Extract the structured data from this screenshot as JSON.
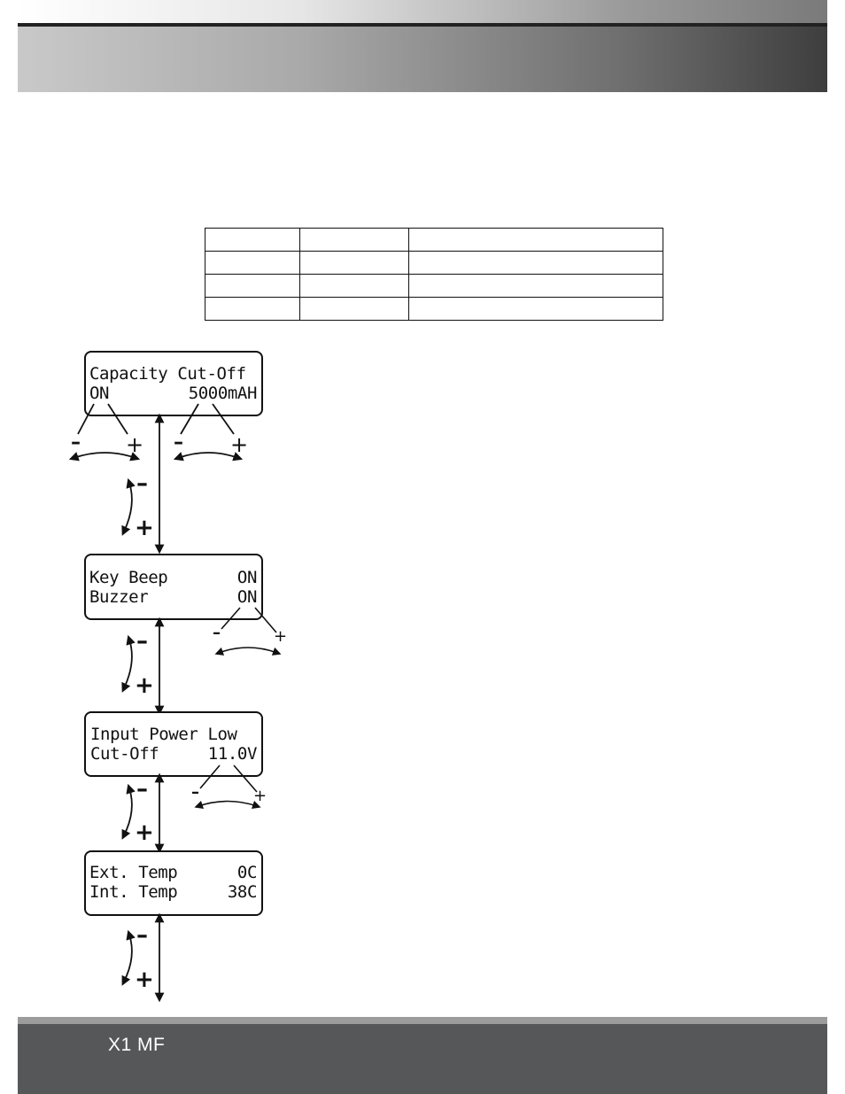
{
  "footer": {
    "model": "X1 MF"
  },
  "screens": [
    {
      "line1_left": "Capacity Cut-Off",
      "line1_right": "",
      "line2_left": "ON",
      "line2_right": "5000mAH"
    },
    {
      "line1_left": "Key Beep",
      "line1_right": "ON",
      "line2_left": "Buzzer",
      "line2_right": "ON"
    },
    {
      "line1_left": "Input Power Low",
      "line1_right": "",
      "line2_left": "Cut-Off",
      "line2_right": "11.0V"
    },
    {
      "line1_left": "Ext. Temp",
      "line1_right": "0C",
      "line2_left": "Int. Temp",
      "line2_right": "38C"
    }
  ],
  "controls": {
    "minus": "–",
    "plus": "+"
  },
  "table": {
    "rows": 4,
    "columns": 3
  },
  "icons": [
    "up-down-arrow-icon",
    "curved-arrow-icon"
  ],
  "colors": {
    "header_dark": "#3e3e3e",
    "footer": "#555759",
    "text": "#111111"
  }
}
